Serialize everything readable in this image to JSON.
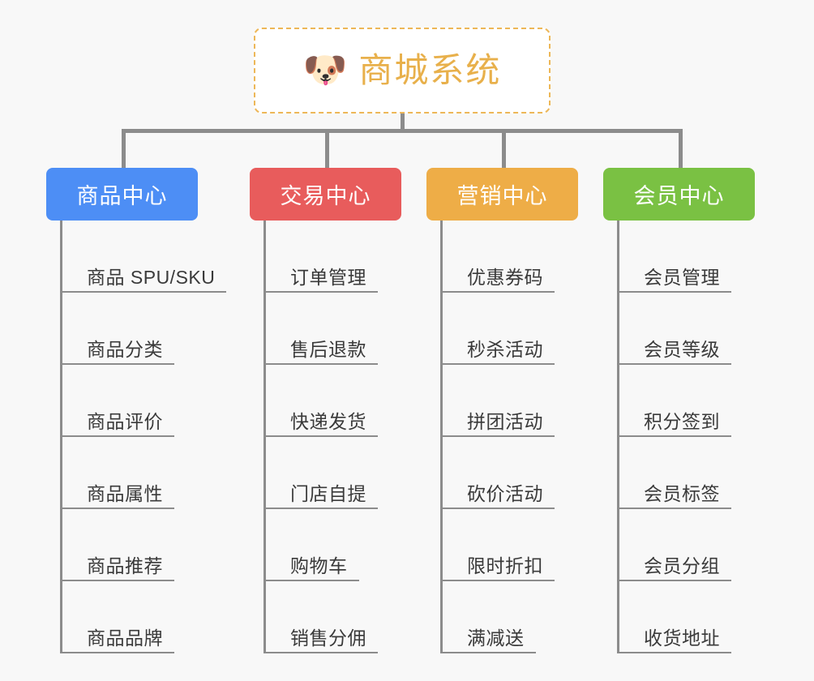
{
  "page": {
    "background_color": "#f8f8f8",
    "connector_color": "#8c8c8c"
  },
  "root": {
    "icon": "shiba-dog-face-icon",
    "emoji": "🐶",
    "title": "商城系统",
    "text_color": "#e8b04b",
    "border_color": "#edb758"
  },
  "branches": [
    {
      "id": "product-center",
      "label": "商品中心",
      "color": "#4d8ef5",
      "leaves": [
        {
          "label": "商品 SPU/SKU"
        },
        {
          "label": "商品分类"
        },
        {
          "label": "商品评价"
        },
        {
          "label": "商品属性"
        },
        {
          "label": "商品推荐"
        },
        {
          "label": "商品品牌"
        }
      ]
    },
    {
      "id": "trade-center",
      "label": "交易中心",
      "color": "#e85c5c",
      "leaves": [
        {
          "label": "订单管理"
        },
        {
          "label": "售后退款"
        },
        {
          "label": "快递发货"
        },
        {
          "label": "门店自提"
        },
        {
          "label": "购物车"
        },
        {
          "label": "销售分佣"
        }
      ]
    },
    {
      "id": "marketing-center",
      "label": "营销中心",
      "color": "#eead47",
      "leaves": [
        {
          "label": "优惠券码"
        },
        {
          "label": "秒杀活动"
        },
        {
          "label": "拼团活动"
        },
        {
          "label": "砍价活动"
        },
        {
          "label": "限时折扣"
        },
        {
          "label": "满减送"
        }
      ]
    },
    {
      "id": "member-center",
      "label": "会员中心",
      "color": "#7ac143",
      "leaves": [
        {
          "label": "会员管理"
        },
        {
          "label": "会员等级"
        },
        {
          "label": "积分签到"
        },
        {
          "label": "会员标签"
        },
        {
          "label": "会员分组"
        },
        {
          "label": "收货地址"
        }
      ]
    }
  ]
}
